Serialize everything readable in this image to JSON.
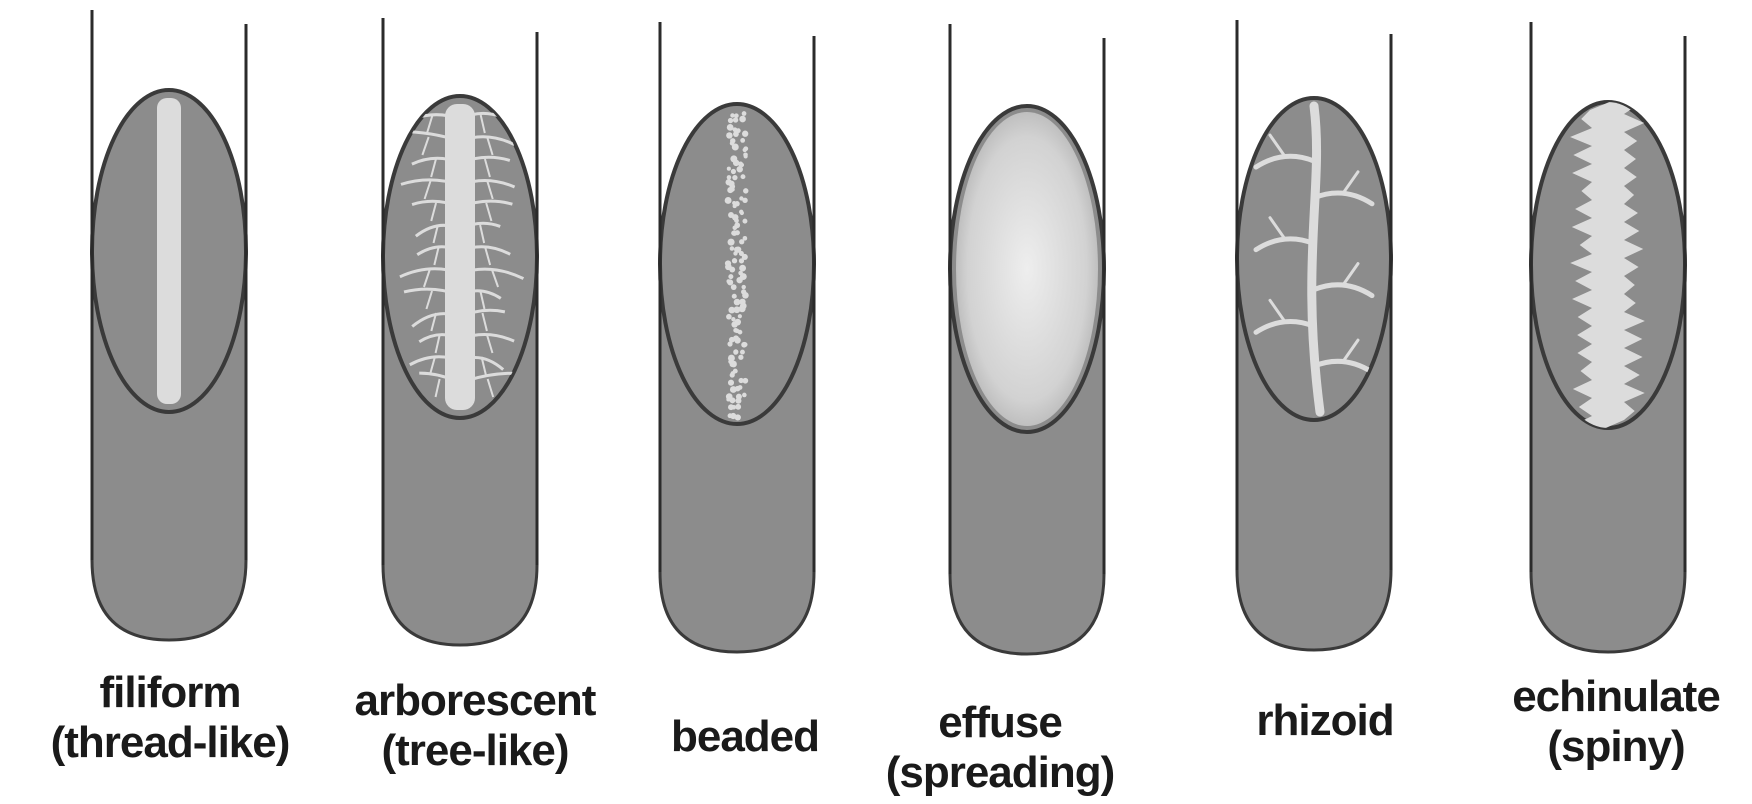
{
  "colors": {
    "agar": "#8c8c8c",
    "growth": "#dcdcdc",
    "outline": "#3a3a3a",
    "glass": "#2b2b2b"
  },
  "tubes": [
    {
      "id": "filiform",
      "pattern": "filiform",
      "line1": "filiform",
      "line2": "(thread-like)"
    },
    {
      "id": "arborescent",
      "pattern": "arborescent",
      "line1": "arborescent",
      "line2": "(tree-like)"
    },
    {
      "id": "beaded",
      "pattern": "beaded",
      "line1": "beaded",
      "line2": ""
    },
    {
      "id": "effuse",
      "pattern": "effuse",
      "line1": "effuse",
      "line2": "(spreading)"
    },
    {
      "id": "rhizoid",
      "pattern": "rhizoid",
      "line1": "rhizoid",
      "line2": ""
    },
    {
      "id": "echinulate",
      "pattern": "echinulate",
      "line1": "echinulate",
      "line2": "(spiny)"
    }
  ]
}
